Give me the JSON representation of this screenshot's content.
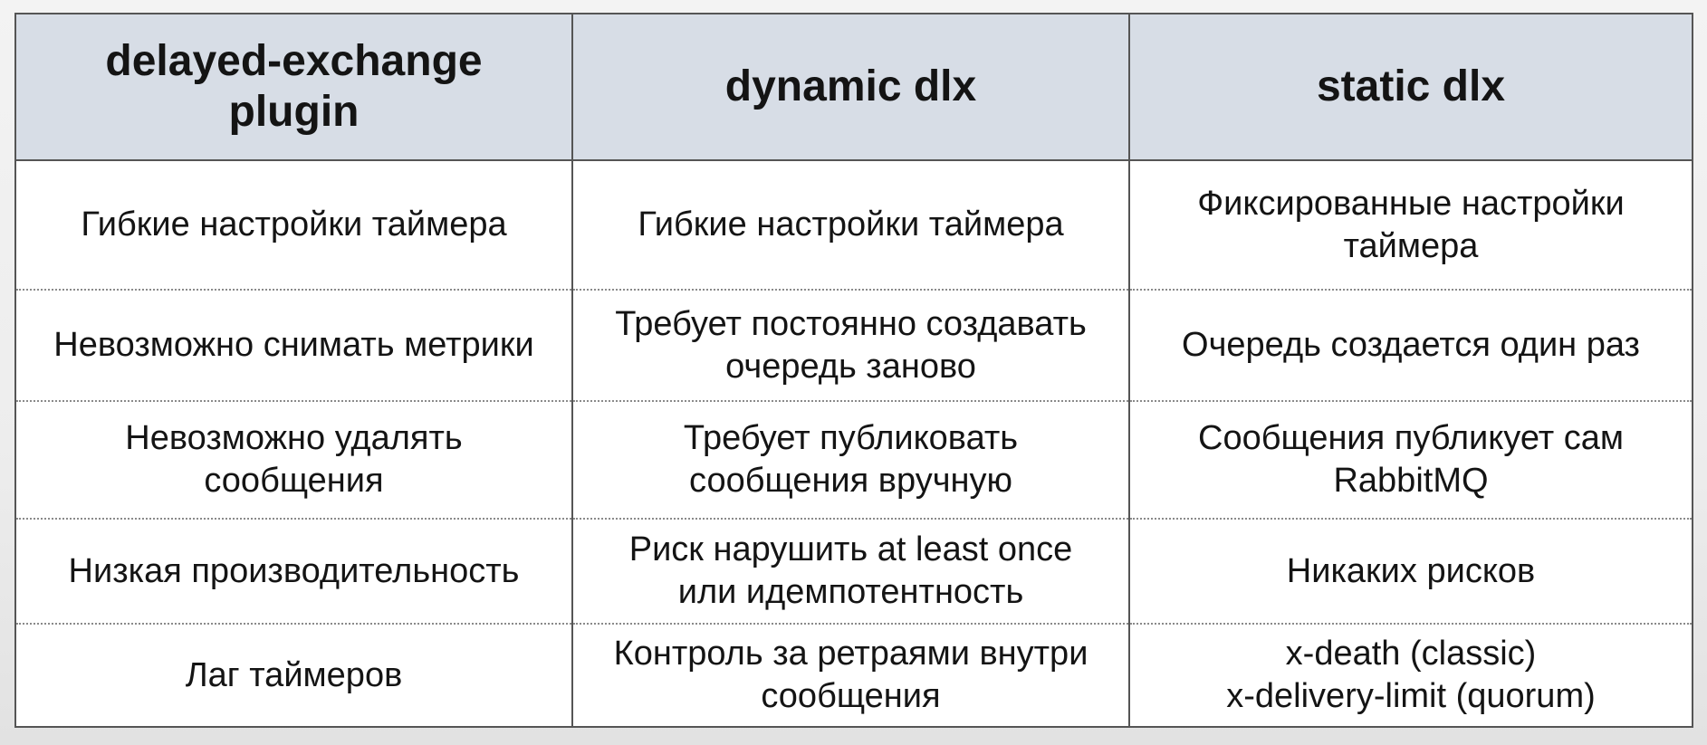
{
  "table": {
    "headers": [
      "delayed-exchange\nplugin",
      "dynamic dlx",
      "static dlx"
    ],
    "rows": [
      [
        "Гибкие настройки таймера",
        "Гибкие настройки таймера",
        "Фиксированные настройки\nтаймера"
      ],
      [
        "Невозможно снимать метрики",
        "Требует постоянно создавать\nочередь заново",
        "Очередь создается один раз"
      ],
      [
        "Невозможно удалять\nсообщения",
        "Требует публиковать\nсообщения вручную",
        "Сообщения публикует сам\nRabbitMQ"
      ],
      [
        "Низкая производительность",
        "Риск нарушить at least once\nили идемпотентность",
        "Никаких рисков"
      ],
      [
        "Лаг таймеров",
        "Контроль за ретраями внутри\nсообщения",
        "x-death (classic)\nx-delivery-limit (quorum)"
      ]
    ]
  }
}
